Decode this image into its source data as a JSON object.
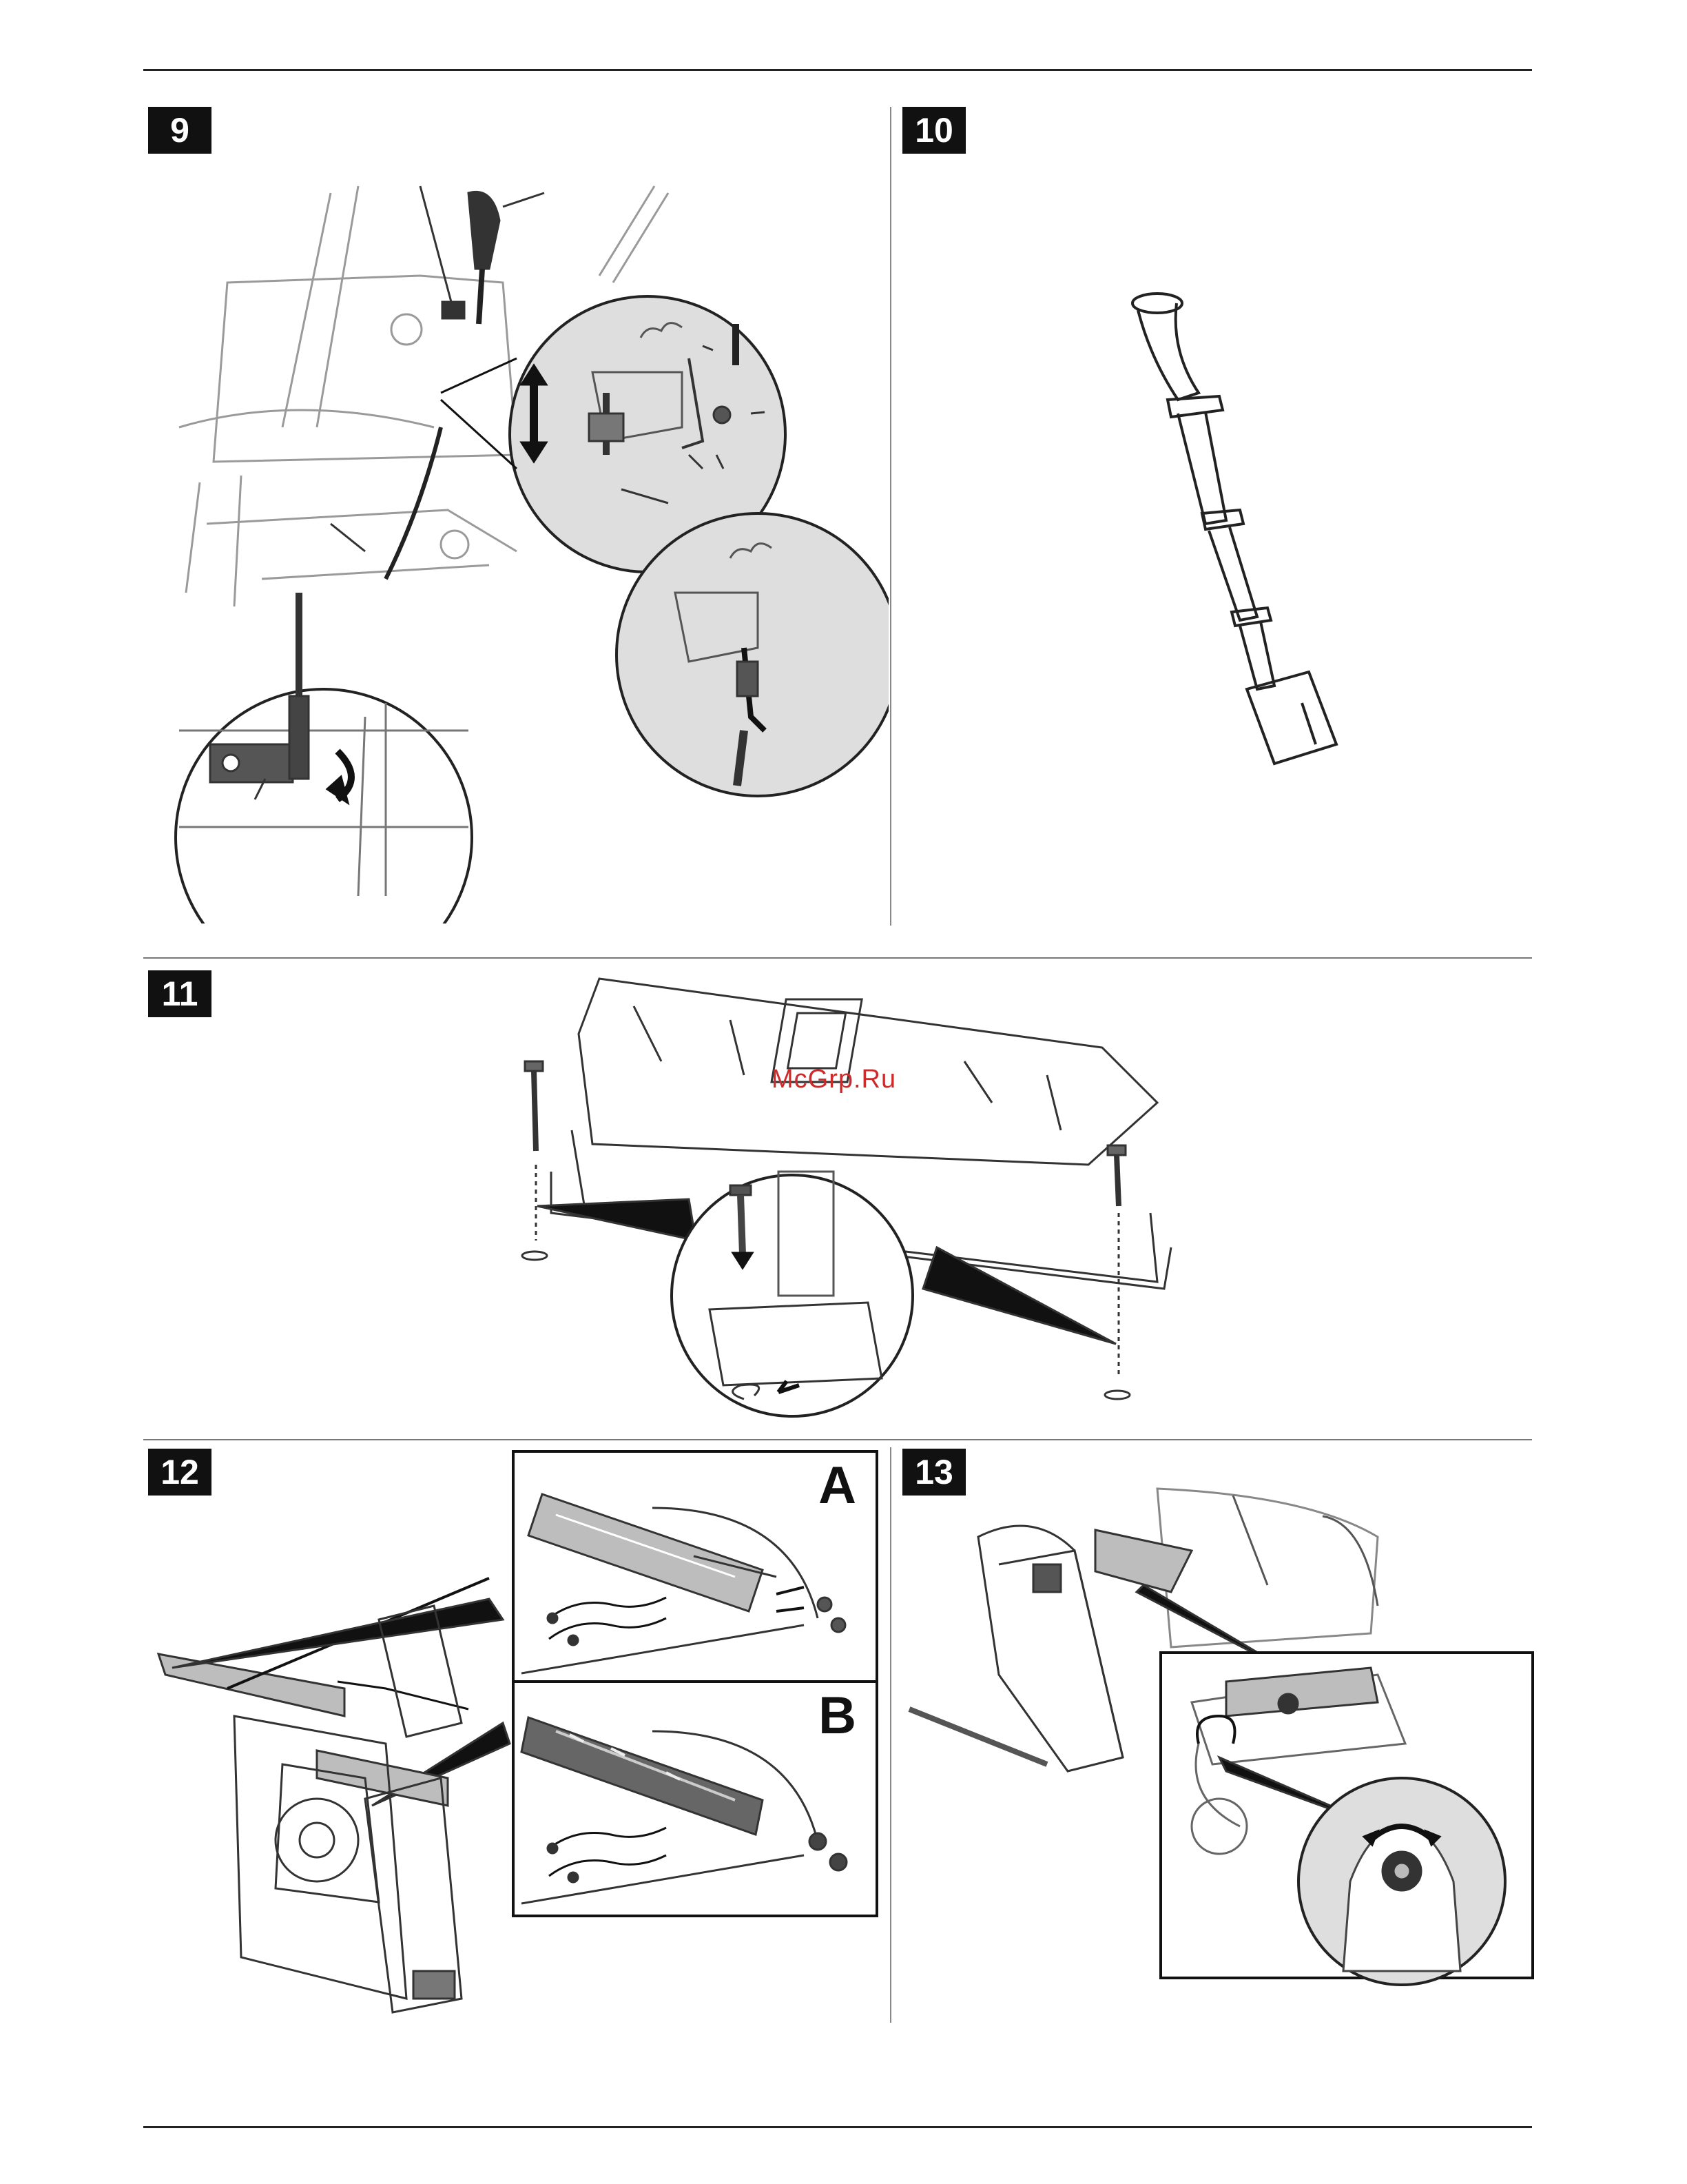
{
  "figures": [
    {
      "number": "9"
    },
    {
      "number": "10"
    },
    {
      "number": "11"
    },
    {
      "number": "12",
      "insets": [
        "A",
        "B"
      ]
    },
    {
      "number": "13"
    }
  ],
  "watermark": "McGrp.Ru",
  "colors": {
    "ink": "#111111",
    "line": "#333333",
    "light": "#9a9a9a",
    "inset_fill": "#dedede",
    "watermark": "#cc2b2b"
  }
}
